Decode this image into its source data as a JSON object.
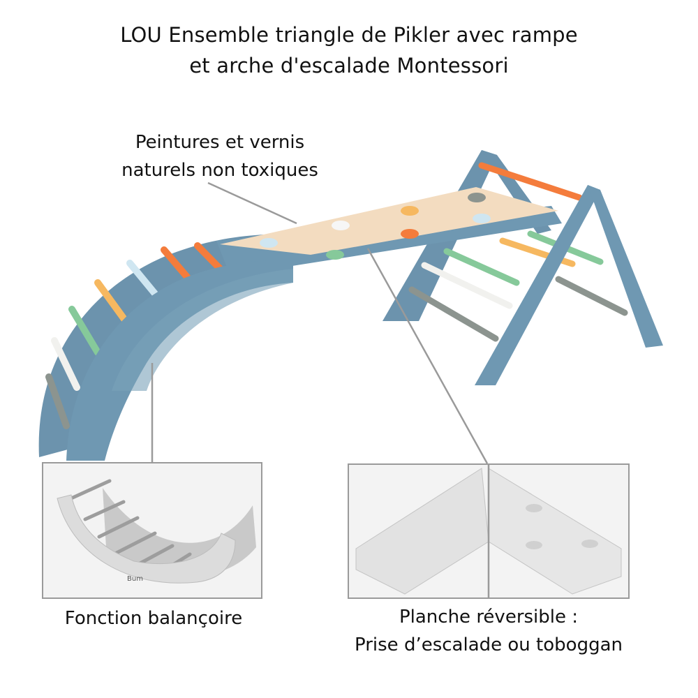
{
  "title": {
    "line1": "LOU Ensemble triangle de Pikler avec rampe",
    "line2": "et arche d'escalade Montessori"
  },
  "callouts": {
    "paint": {
      "line1": "Peintures et vernis",
      "line2": "naturels non toxiques"
    },
    "swing": {
      "label": "Fonction balançoire"
    },
    "board": {
      "line1": "Planche réversible :",
      "line2": "Prise d’escalade ou toboggan"
    }
  },
  "insets": {
    "swing_brand": "Bum"
  },
  "colors": {
    "frame_blue": "#6f98b2",
    "board_wood": "#f3dcc0",
    "rung_orange": "#f47c3c",
    "rung_yellow": "#f6b860",
    "rung_green": "#86c99a",
    "rung_lightblue": "#cfe6f1",
    "rung_white": "#f1f1ee",
    "rung_gray": "#8c948f",
    "callout_line": "#9a9a9a"
  }
}
